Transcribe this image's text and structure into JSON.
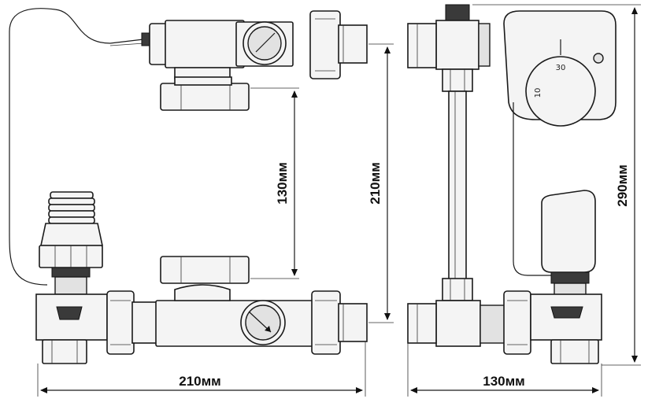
{
  "front_view": {
    "dim_height_valves": "130мм",
    "dim_height_total": "210мм",
    "dim_width": "210мм"
  },
  "side_view": {
    "dim_height": "290мм",
    "dim_width": "130мм",
    "thermostat_scale_top": "30",
    "thermostat_scale_left": "10"
  }
}
